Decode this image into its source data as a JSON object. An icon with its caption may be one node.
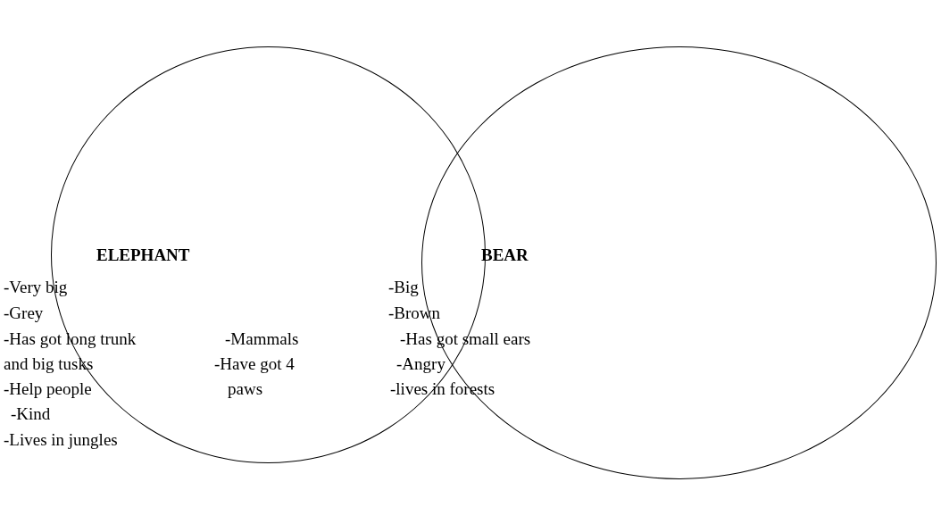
{
  "diagram": {
    "nodes": [
      {
        "text": [
          "ELEPHANT"
        ]
      },
      {
        "text": [
          "BEAR"
        ]
      }
    ],
    "labels": [
      "-Very big",
      "-Big",
      "-Grey",
      "-Brown",
      "-Has got long trunk and big tusks",
      "-Mammals",
      "-Has got small ears",
      "-Have got 4 paws",
      "-Angry",
      "-Help people",
      "-lives in forests",
      "-Kind",
      "-Lives in jungles"
    ]
  }
}
